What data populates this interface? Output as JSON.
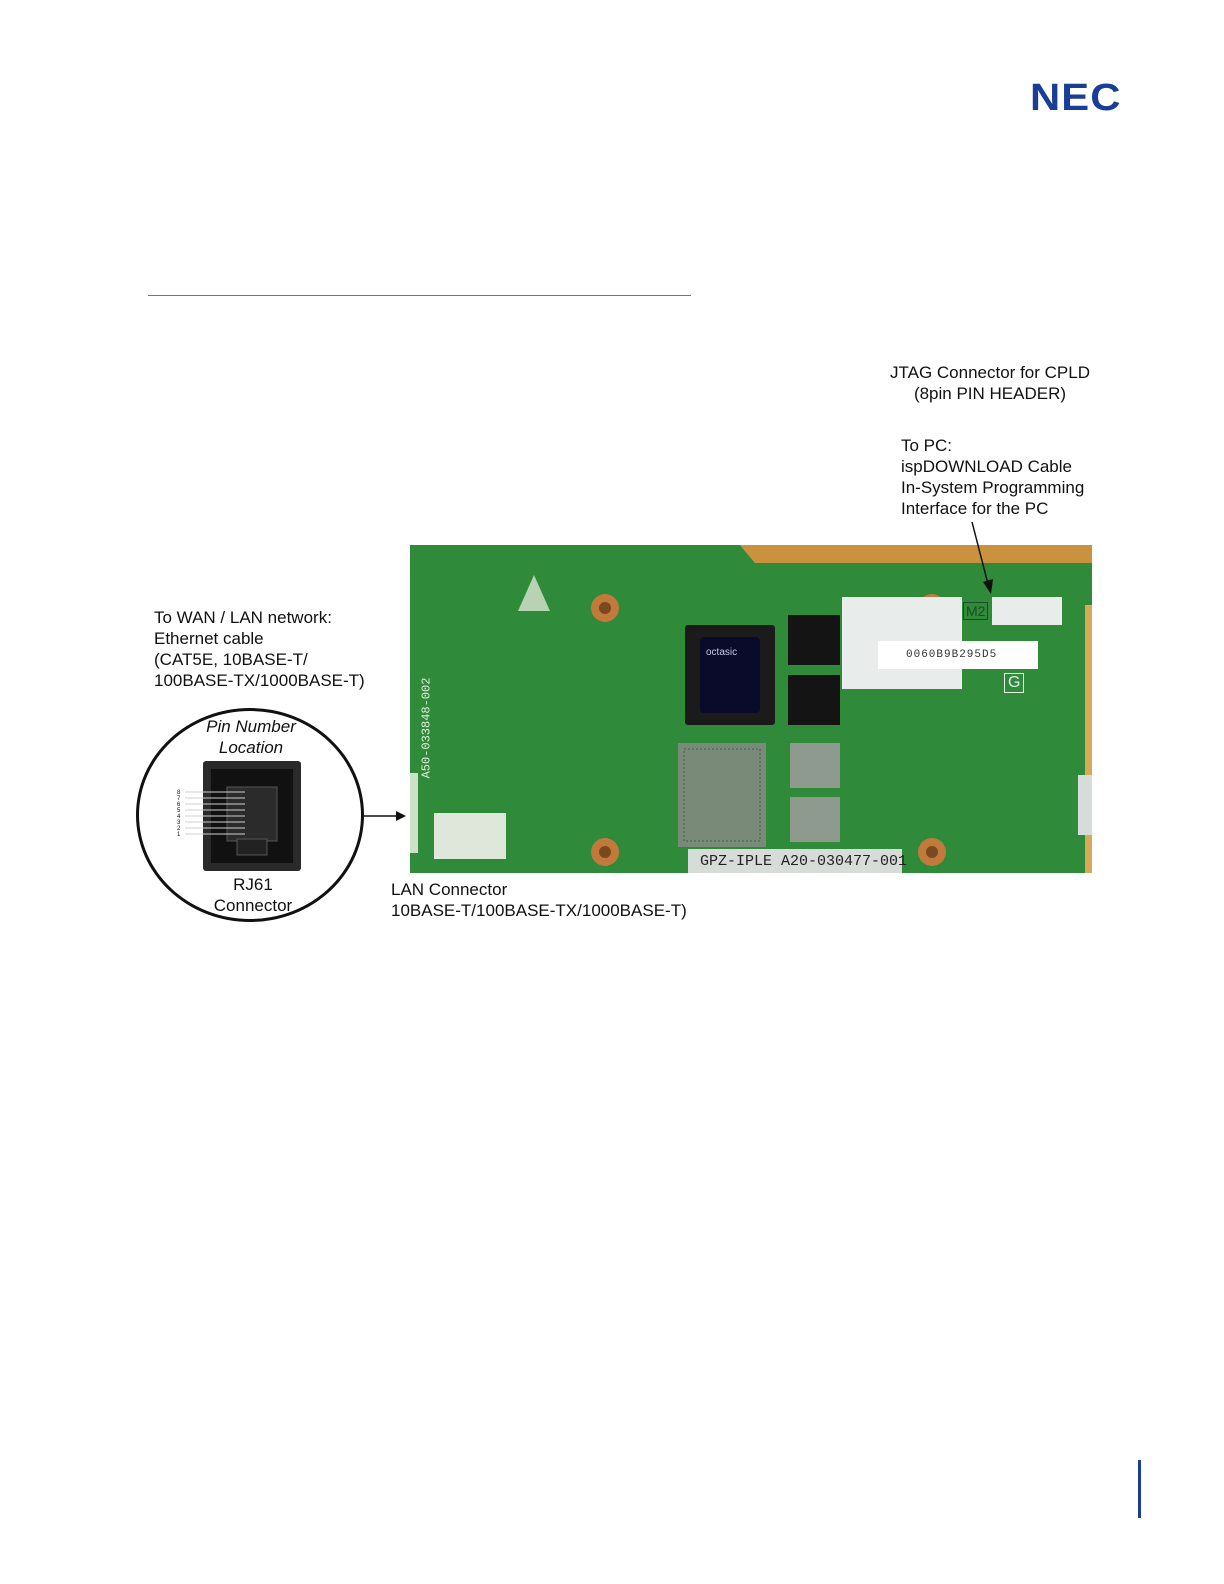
{
  "logo": {
    "text": "NEC",
    "color": "#1a3d96"
  },
  "labels": {
    "jtag": [
      "JTAG Connector for CPLD",
      "(8pin PIN HEADER)"
    ],
    "to_pc": [
      "To PC:",
      "ispDOWNLOAD Cable",
      "In-System Programming",
      "Interface for the PC"
    ],
    "wan": [
      "To WAN / LAN network:",
      "Ethernet cable",
      "(CAT5E, 10BASE-T/",
      "100BASE-TX/1000BASE-T)"
    ],
    "pin_location": [
      "Pin Number",
      "Location"
    ],
    "rj61": [
      "RJ61",
      "Connector"
    ],
    "lan": [
      "LAN Connector",
      "10BASE-T/100BASE-TX/1000BASE-T)"
    ]
  },
  "board": {
    "part_label": "GPZ-IPLE  A20-030477-001",
    "mac_label": "0060B9B295D5",
    "silk_model": "A50-033848-002",
    "silk_m2": "M2",
    "silk_g": "G",
    "chip_label": "octasic"
  },
  "colors": {
    "pcb_green": "#2f8a3a",
    "pcb_dark": "#1f6e2c",
    "background_wood": "#d9a95a",
    "accent_rule": "#4a7cc0"
  }
}
